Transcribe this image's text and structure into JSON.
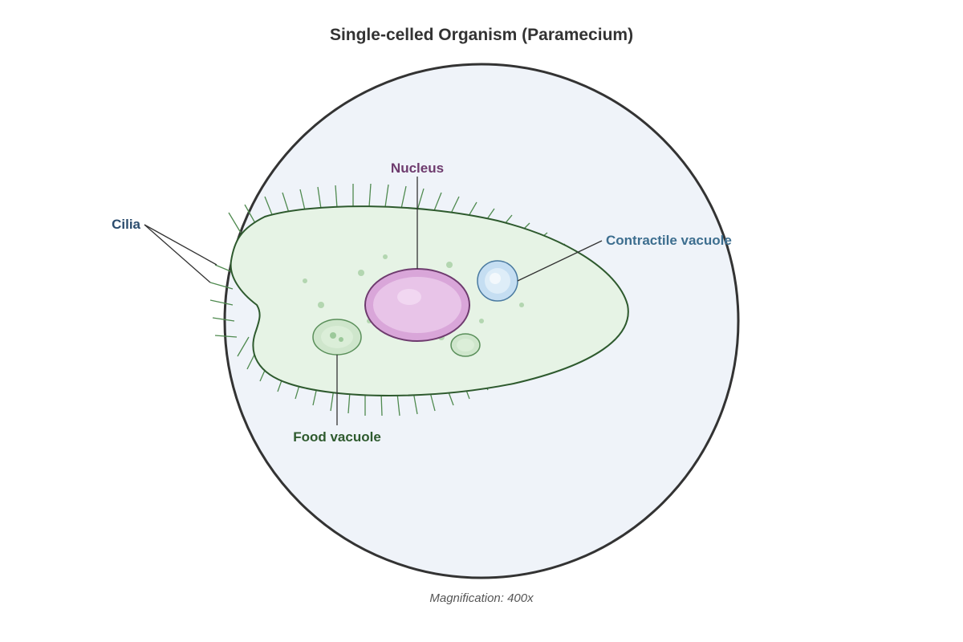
{
  "title": "Single-celled Organism (Paramecium)",
  "caption": "Magnification: 400x",
  "labels": {
    "nucleus": "Nucleus",
    "contractile_vacuole": "Contractile vacuole",
    "cilia": "Cilia",
    "food_vacuole": "Food vacuole"
  },
  "colors": {
    "field_fill": "#eff3f9",
    "field_stroke": "#333333",
    "cell_fill": "#e6f3e5",
    "cell_stroke": "#2e5a2e",
    "cilia_stroke": "#4f8a4f",
    "nucleus_fill": "#d9a6d9",
    "nucleus_inner": "#e8c4e8",
    "nucleus_stroke": "#6e3b6e",
    "contractile_fill": "#c5def2",
    "contractile_stroke": "#4a7aa0",
    "food_fill": "#cfe6cc",
    "food_stroke": "#5a8f5a",
    "label_nucleus": "#6e3b6e",
    "label_contractile": "#3d6e8f",
    "label_cilia": "#2c4d6e",
    "label_food": "#2e5a2e"
  }
}
